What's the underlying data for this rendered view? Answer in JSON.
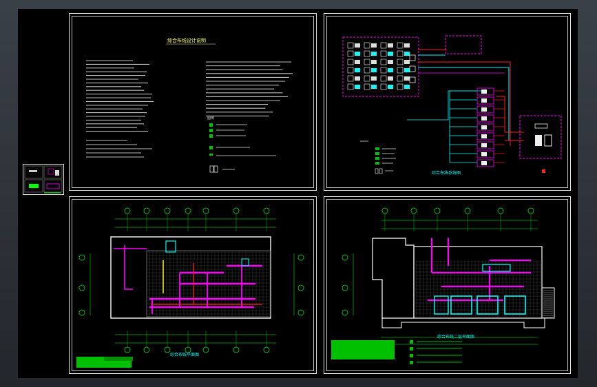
{
  "window": {
    "frame_color": "#2b3035",
    "background": "#000000"
  },
  "sheets": {
    "notes": {
      "title": "综合布线设计说明",
      "title_color": "#ffff66",
      "text_color": "#cfcfcf",
      "legend_title": "图例"
    },
    "system": {
      "caption": "综合布线系统图"
    },
    "plan_1f": {
      "caption": "综合布线平面图"
    },
    "plan_2f": {
      "caption": "综合布线二层平面图"
    }
  },
  "thumbnail": {
    "label": "thumbnail-preview"
  },
  "colors": {
    "magenta": "#ff00ff",
    "cyan": "#00ffff",
    "red": "#ff2020",
    "green": "#00ff00",
    "yellow": "#ffff00",
    "white": "#e8e8e8"
  },
  "icons": {
    "legend_box": "outlet-symbol-icon"
  }
}
